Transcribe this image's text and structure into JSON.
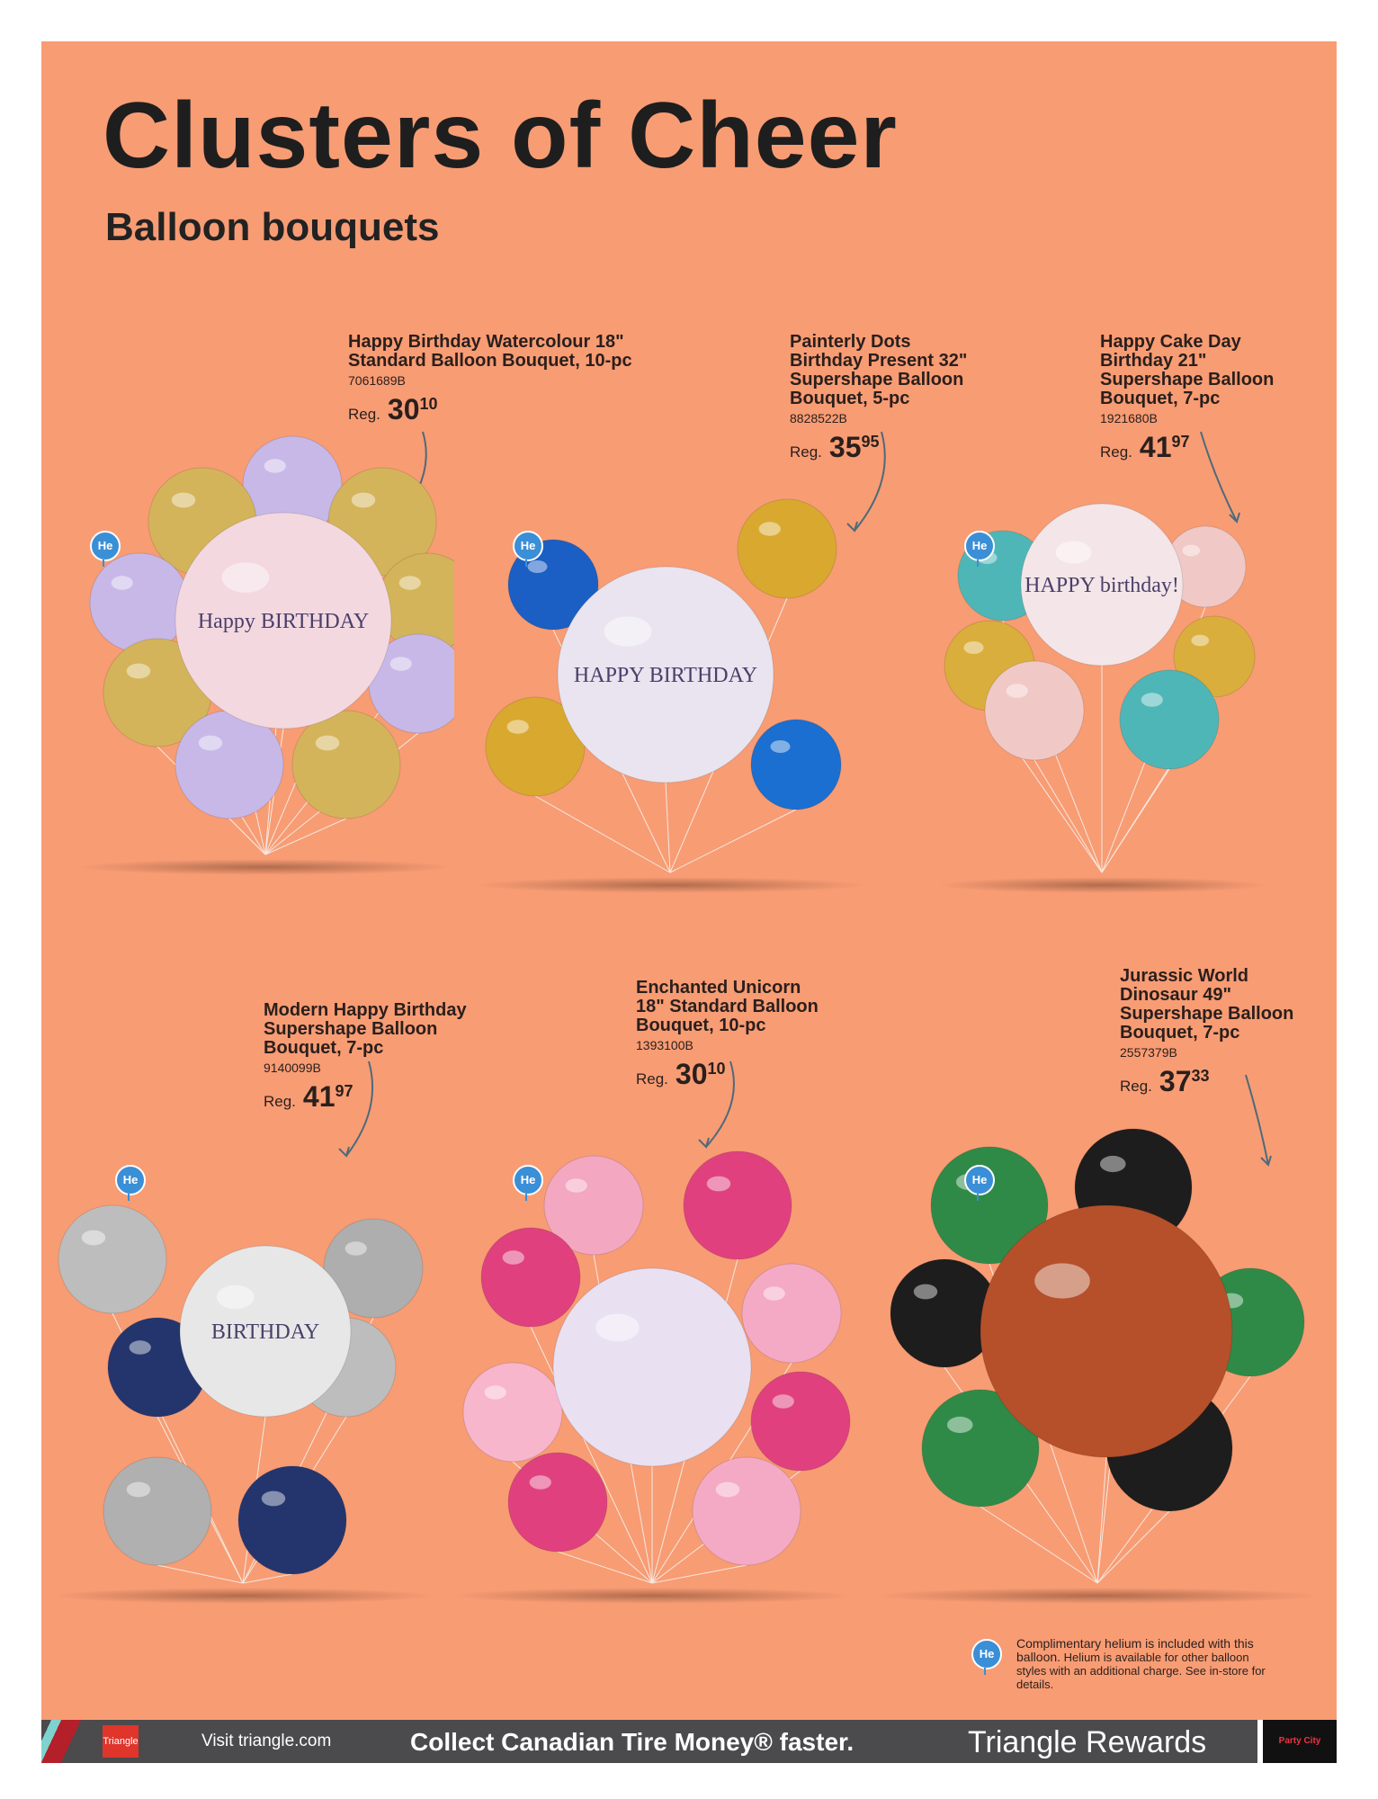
{
  "header": {
    "title": "Clusters of Cheer",
    "subtitle": "Balloon bouquets"
  },
  "reg_label": "Reg.",
  "helium_badge": "He",
  "products": [
    {
      "name": "Happy Birthday Watercolour 18\"\nStandard Balloon Bouquet, 10-pc",
      "sku": "7061689B",
      "price_dollars": "30",
      "price_cents": "10",
      "balloon_text": "Happy BIRTHDAY"
    },
    {
      "name": "Painterly Dots\nBirthday Present 32\"\nSupershape Balloon\nBouquet, 5-pc",
      "sku": "8828522B",
      "price_dollars": "35",
      "price_cents": "95",
      "balloon_text": "HAPPY BIRTHDAY"
    },
    {
      "name": "Happy Cake Day\nBirthday 21\"\nSupershape Balloon\nBouquet, 7-pc",
      "sku": "1921680B",
      "price_dollars": "41",
      "price_cents": "97",
      "balloon_text": "HAPPY birthday!"
    },
    {
      "name": "Modern Happy Birthday\nSupershape Balloon\nBouquet, 7-pc",
      "sku": "9140099B",
      "price_dollars": "41",
      "price_cents": "97",
      "balloon_text": "BIRTHDAY"
    },
    {
      "name": "Enchanted Unicorn\n18\" Standard Balloon\nBouquet, 10-pc",
      "sku": "1393100B",
      "price_dollars": "30",
      "price_cents": "10"
    },
    {
      "name": "Jurassic World\nDinosaur 49\"\nSupershape Balloon\nBouquet, 7-pc",
      "sku": "2557379B",
      "price_dollars": "37",
      "price_cents": "33"
    }
  ],
  "helium_note": {
    "lead": "Complimentary helium is included with this balloon.",
    "rest": "Helium is available for other balloon styles with an additional charge. See in-store for details."
  },
  "footer": {
    "logo": "Triangle",
    "visit": "Visit triangle.com",
    "collect": "Collect Canadian Tire Money® faster.",
    "rewards": "Triangle Rewards",
    "party_city": "Party City"
  },
  "colors": {
    "background": "#F89C74",
    "footer": "#4b4a4c",
    "helium": "#3a8fd6"
  }
}
